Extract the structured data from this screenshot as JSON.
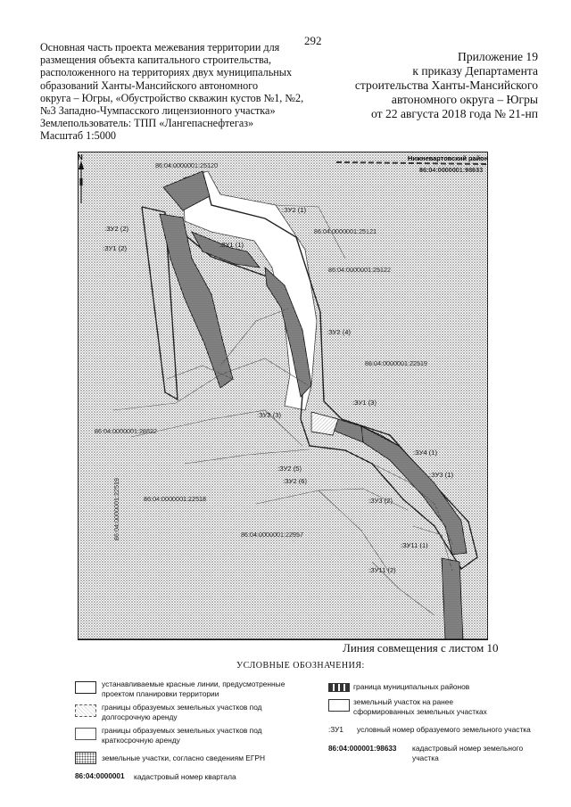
{
  "page_number": "292",
  "title_lines": [
    "Основная часть проекта межевания территории для",
    "размещения объекта капитального строительства,",
    "расположенного на территориях двух муниципальных",
    "образований Ханты-Мансийского автономного",
    "округа – Югры, «Обустройство скважин кустов №1, №2,",
    "№3 Западно-Чумпасского лицензионного участка»",
    "Землепользователь: ТПП «Лангепаснефтегаз»",
    "Масштаб 1:5000"
  ],
  "annex_lines": [
    "Приложение 19",
    "к приказу Департамента",
    "строительства Ханты-Мансийского",
    "автономного округа – Югры",
    "от 22 августа 2018 года № 21-нп"
  ],
  "map": {
    "north_arrow": "N",
    "district_label": "Нижневартовский район",
    "cadastral_labels": [
      "86:04:0000001:25120",
      "86:04:0000001:98633",
      "86:04:0000001:25121",
      "86:04:0000001:25122",
      "86:04:0000001:22519",
      "86:04:0000001:28822",
      "86:04:0000001:22518",
      "86:04:0000001:22957",
      "86:04:0000001:22519"
    ],
    "plot_labels": [
      ":ЗУ2 (2)",
      ":ЗУ1 (2)",
      ":ЗУ1 (1)",
      ":ЗУ2 (1)",
      ":ЗУ2 (4)",
      ":ЗУ2 (3)",
      ":ЗУ1 (3)",
      ":ЗУ4 (1)",
      ":ЗУ2 (5)",
      ":ЗУ2 (6)",
      ":ЗУ3 (1)",
      ":ЗУ3 (2)",
      ":ЗУ11 (1)",
      ":ЗУ11 (2)"
    ]
  },
  "combine_line_label": "Линия совмещения с листом 10",
  "legend": {
    "title": "УСЛОВНЫЕ ОБОЗНАЧЕНИЯ:",
    "items": [
      {
        "text": "устанавливаемые красные линии, предусмотренные проектом планировки территории"
      },
      {
        "text": "границы образуемых земельных участков под долгосрочную аренду"
      },
      {
        "text": "границы образуемых земельных участков под краткосрочную аренду"
      },
      {
        "text": "земельные участки, согласно сведениям ЕГРН"
      },
      {
        "text": "граница муниципальных районов"
      },
      {
        "text": "земельный участок на ранее сформированных земельных участках"
      },
      {
        "symbol": ":ЗУ1",
        "text": "условный номер образуемого земельного участка"
      },
      {
        "symbol": "86:04:000001:98633",
        "text": "кадастровый номер земельного участка"
      },
      {
        "symbol": "86:04:0000001",
        "text": "кадастровый номер квартала"
      }
    ]
  }
}
